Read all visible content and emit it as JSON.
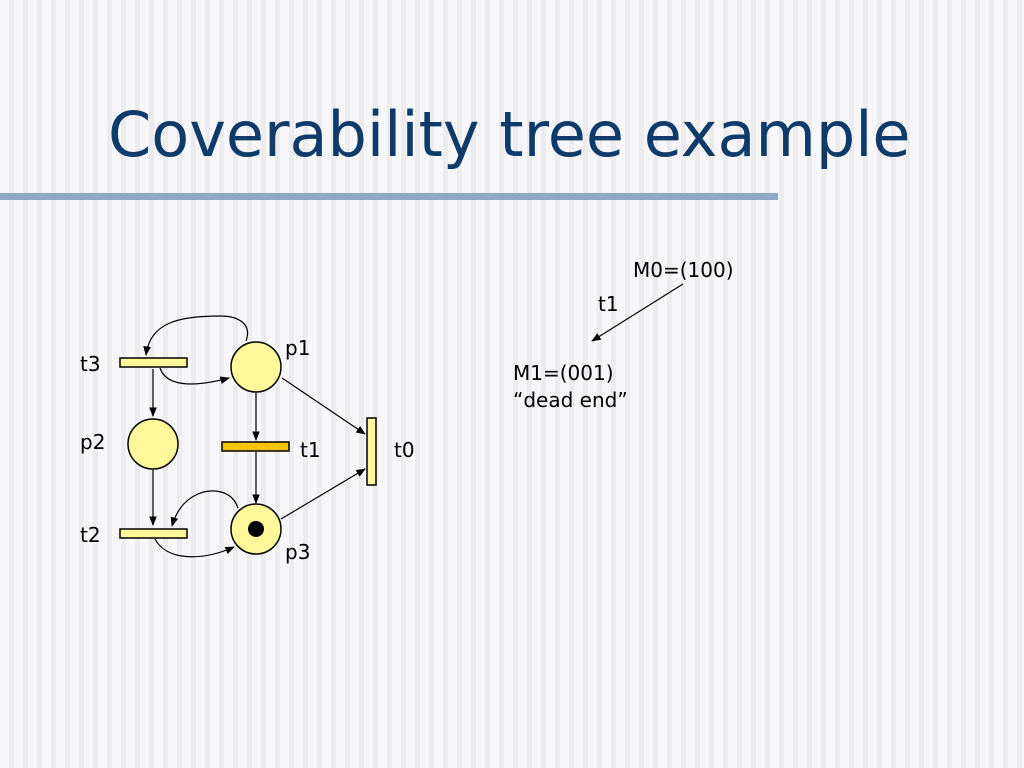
{
  "slide": {
    "title": "Coverability tree example",
    "colors": {
      "title": "#0f3b6b",
      "rule": "#8fa8c6",
      "node_fill": "#fff799",
      "t1_fill": "#f5c400"
    }
  },
  "petri_net": {
    "places": {
      "p1": "p1",
      "p2": "p2",
      "p3": "p3"
    },
    "transitions": {
      "t0": "t0",
      "t1": "t1",
      "t2": "t2",
      "t3": "t3"
    },
    "tokens": {
      "p1": 0,
      "p2": 0,
      "p3": 1
    }
  },
  "tree": {
    "m0": "M0=(100)",
    "edge_label": "t1",
    "m1": "M1=(001)",
    "m1_note": "“dead end”"
  }
}
